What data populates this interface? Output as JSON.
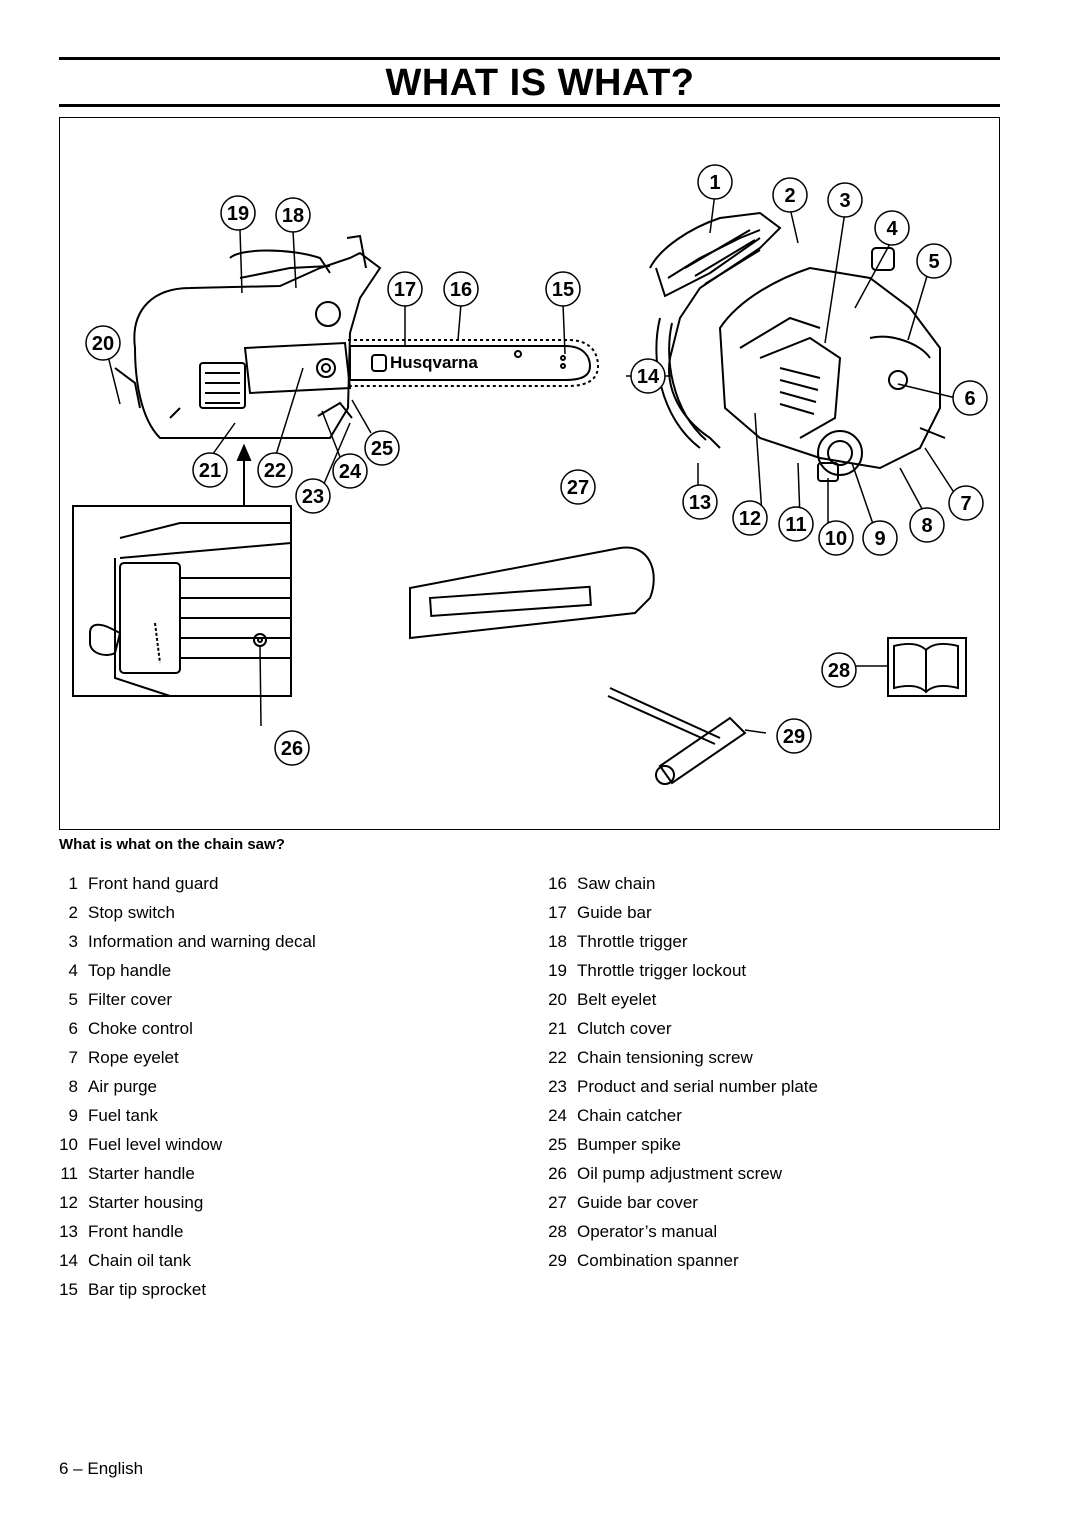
{
  "page_title": "WHAT IS WHAT?",
  "figure": {
    "brand_text": "Husqvarna",
    "callouts": [
      "1",
      "2",
      "3",
      "4",
      "5",
      "6",
      "7",
      "8",
      "9",
      "10",
      "11",
      "12",
      "13",
      "14",
      "15",
      "16",
      "17",
      "18",
      "19",
      "20",
      "21",
      "22",
      "23",
      "24",
      "25",
      "26",
      "27",
      "28",
      "29"
    ]
  },
  "caption": "What is what on the chain saw?",
  "parts_left": [
    {
      "num": "1",
      "label": "Front hand guard"
    },
    {
      "num": "2",
      "label": "Stop switch"
    },
    {
      "num": "3",
      "label": "Information and warning decal"
    },
    {
      "num": "4",
      "label": "Top handle"
    },
    {
      "num": "5",
      "label": "Filter cover"
    },
    {
      "num": "6",
      "label": "Choke control"
    },
    {
      "num": "7",
      "label": "Rope eyelet"
    },
    {
      "num": "8",
      "label": "Air purge"
    },
    {
      "num": "9",
      "label": "Fuel tank"
    },
    {
      "num": "10",
      "label": "Fuel level window"
    },
    {
      "num": "11",
      "label": "Starter handle"
    },
    {
      "num": "12",
      "label": "Starter housing"
    },
    {
      "num": "13",
      "label": "Front handle"
    },
    {
      "num": "14",
      "label": "Chain oil tank"
    },
    {
      "num": "15",
      "label": "Bar tip sprocket"
    }
  ],
  "parts_right": [
    {
      "num": "16",
      "label": "Saw chain"
    },
    {
      "num": "17",
      "label": "Guide bar"
    },
    {
      "num": "18",
      "label": "Throttle trigger"
    },
    {
      "num": "19",
      "label": "Throttle trigger lockout"
    },
    {
      "num": "20",
      "label": "Belt eyelet"
    },
    {
      "num": "21",
      "label": "Clutch cover"
    },
    {
      "num": "22",
      "label": "Chain tensioning screw"
    },
    {
      "num": "23",
      "label": "Product and serial number plate"
    },
    {
      "num": "24",
      "label": "Chain catcher"
    },
    {
      "num": "25",
      "label": "Bumper spike"
    },
    {
      "num": "26",
      "label": "Oil pump adjustment screw"
    },
    {
      "num": "27",
      "label": "Guide bar cover"
    },
    {
      "num": "28",
      "label": "Operator’s manual"
    },
    {
      "num": "29",
      "label": "Combination spanner"
    }
  ],
  "footer": "6 – English"
}
